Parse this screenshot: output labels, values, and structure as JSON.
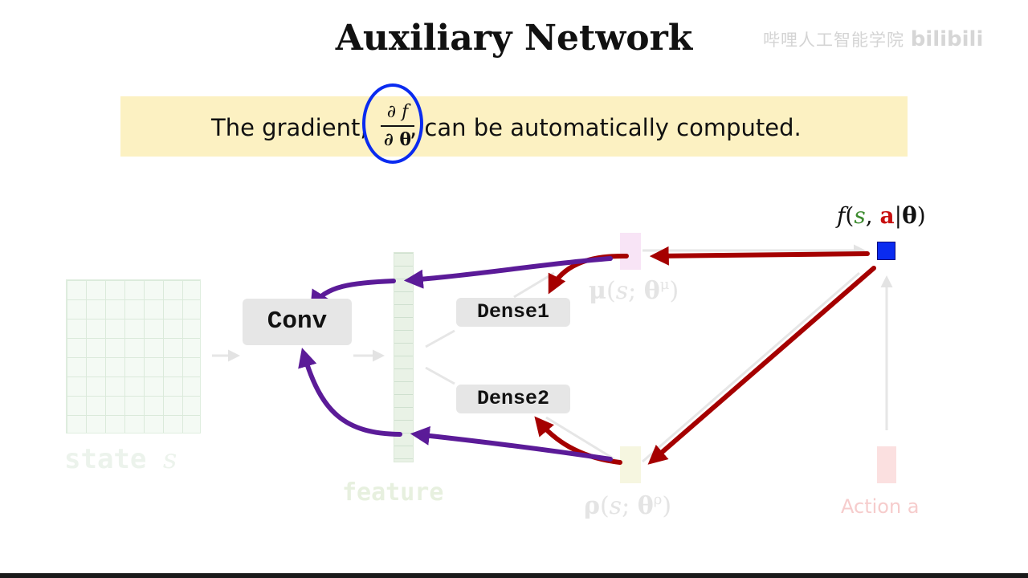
{
  "title": "Auxiliary Network",
  "watermark": {
    "text": "哔哩人工智能学院",
    "logo": "bilibili"
  },
  "banner": {
    "text_before": "The gradient, ",
    "fraction_numerator": "∂ f",
    "fraction_denominator": "∂ θ",
    "text_after": ", can be automatically computed.",
    "background_color": "#fcf1c2",
    "highlight_circle_color": "#0a2bf0"
  },
  "diagram": {
    "state_label": "state",
    "state_var": "s",
    "feature_label": "feature",
    "conv_label": "Conv",
    "dense1_label": "Dense1",
    "dense2_label": "Dense2",
    "mu_label": {
      "symbol": "μ",
      "open": "(",
      "s": "s",
      "sep": "; ",
      "theta": "θ",
      "sup": "μ",
      "close": ")"
    },
    "rho_label": {
      "symbol": "ρ",
      "open": "(",
      "s": "s",
      "sep": "; ",
      "theta": "θ",
      "sup": "ρ",
      "close": ")"
    },
    "action_label": "Action a",
    "f_label": {
      "f": "f",
      "open": "(",
      "s": "s",
      "comma": ", ",
      "a": "a",
      "bar": "|",
      "theta": "θ",
      "close": ")"
    },
    "colors": {
      "backprop_red": "#a50000",
      "backprop_purple": "#5b1b98",
      "output_blue": "#0a2bf0",
      "forward_gray": "#e3e3e3"
    }
  }
}
